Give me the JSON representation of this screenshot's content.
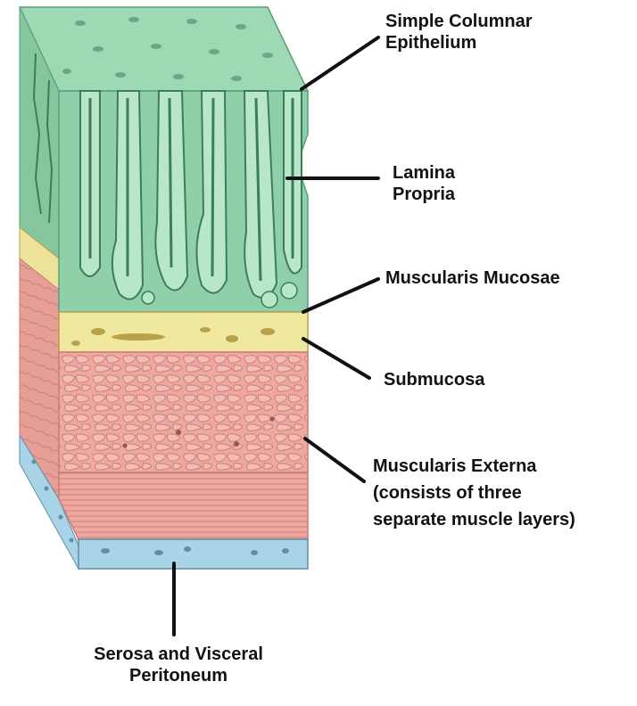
{
  "labels": {
    "epithelium": [
      "Simple Columnar",
      "Epithelium"
    ],
    "lamina_propria": [
      "Lamina",
      "Propria"
    ],
    "muscularis_mucosae": [
      "Muscularis Mucosae"
    ],
    "submucosa": [
      "Submucosa"
    ],
    "muscularis_externa": [
      "Muscularis Externa",
      "(consists of three",
      "separate muscle layers)"
    ],
    "serosa": [
      "Serosa and Visceral",
      "Peritoneum"
    ]
  },
  "colors": {
    "mucosa": "#8fcfaa",
    "mucosa_dark": "#5a9e7a",
    "muscularis_mucosae": "#f1e8a0",
    "submucosa_dots": "#b7a24a",
    "muscle": "#eea8a0",
    "muscle_dark": "#c97f78",
    "serosa": "#a9d3e6",
    "serosa_dark": "#5f8fa8",
    "leader": "#111111"
  }
}
